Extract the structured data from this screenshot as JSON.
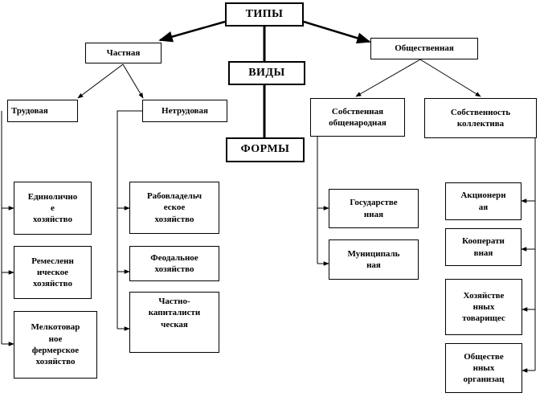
{
  "root": {
    "label": "ТИПЫ"
  },
  "middle": {
    "kinds": "ВИДЫ",
    "forms": "ФОРМЫ"
  },
  "private": {
    "label": "Частная",
    "labor": {
      "label": "Трудовая",
      "items": [
        "Единолично\nе\nхозяйство",
        "Ремесленн\nическое\nхозяйство",
        "Мелкотовар\nное\nфермерское\nхозяйство"
      ]
    },
    "nonlabor": {
      "label": "Нетрудовая",
      "items": [
        "Рабовладельч\nеское\nхозяйство",
        "Феодальное\nхозяйство",
        "Частно-\nкапиталисти\nческая"
      ]
    }
  },
  "public": {
    "label": "Общественная",
    "national": {
      "label": "Собственная\nобщенародная",
      "items": [
        "Государстве\nнная",
        "Муниципаль\nная"
      ]
    },
    "collective": {
      "label": "Собственность\nколлектива",
      "items": [
        "Акционерн\nая",
        "Кооперати\nвная",
        "Хозяйстве\nнных\nтоварищес",
        "Обществе\nнных\nорганизац"
      ]
    }
  }
}
